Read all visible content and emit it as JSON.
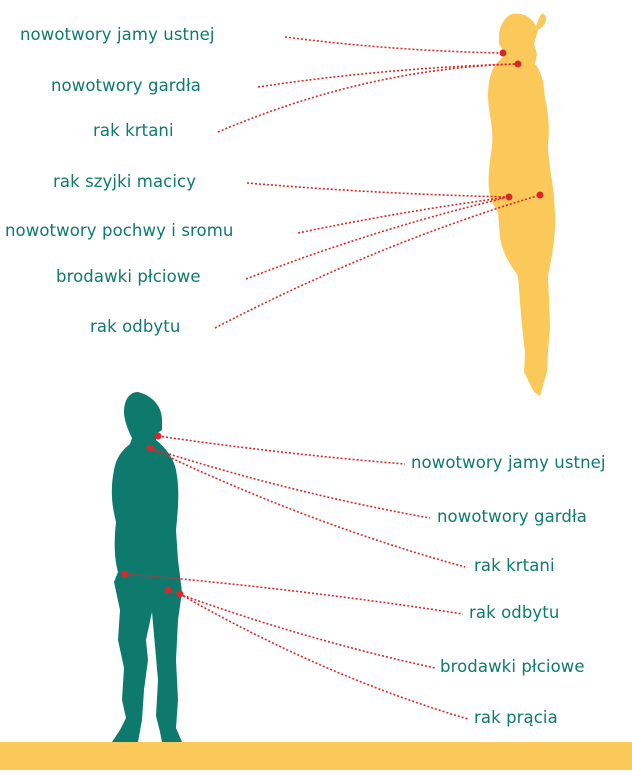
{
  "colors": {
    "woman": "#fbc95a",
    "man": "#0e7a6e",
    "line": "#d42a2a",
    "label": "#0e7a6e",
    "ground": "#fbc95a"
  },
  "woman": {
    "labels": [
      "nowotwory jamy ustnej",
      "nowotwory gardła",
      "rak krtani",
      "rak szyjki macicy",
      "nowotwory pochwy i sromu",
      "brodawki płciowe",
      "rak odbytu"
    ]
  },
  "man": {
    "labels": [
      "nowotwory jamy ustnej",
      "nowotwory gardła",
      "rak krtani",
      "rak odbytu",
      "brodawki płciowe",
      "rak prącia"
    ]
  }
}
